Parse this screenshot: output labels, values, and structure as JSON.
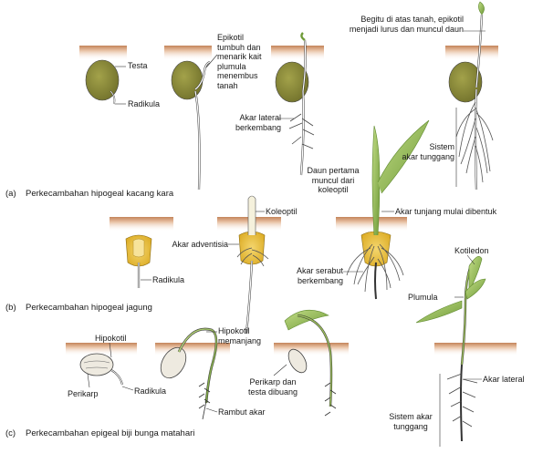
{
  "rows": {
    "a": {
      "caption_letter": "(a)",
      "caption": "Perkecambahan hipogeal kacang kara",
      "labels": {
        "testa": "Testa",
        "radikula": "Radikula",
        "epikotil": "Epikotil\ntumbuh dan\nmenarik kait\nplumula\nmenembus\ntanah",
        "akar_lateral": "Akar lateral\nberkembang",
        "daun_pertama": "Daun pertama\nmuncul dari\nkoleoptil",
        "sistem_akar": "Sistem\nakar tunggang",
        "begitu": "Begitu di atas tanah, epikotil\nmenjadi lurus dan muncul daun"
      }
    },
    "b": {
      "caption_letter": "(b)",
      "caption": "Perkecambahan hipogeal jagung",
      "labels": {
        "koleoptil": "Koleoptil",
        "akar_tunjang": "Akar tunjang mulai dibentuk",
        "akar_adventisia": "Akar adventisia",
        "radikula": "Radikula",
        "akar_serabut": "Akar serabut\nberkembang"
      }
    },
    "c": {
      "caption_letter": "(c)",
      "caption": "Perkecambahan epigeal biji bunga matahari",
      "labels": {
        "hipokotil": "Hipokotil",
        "perikarp": "Perikarp",
        "radikula": "Radikula",
        "hipokotil_memanjang": "Hipokotil\nmemanjang",
        "rambut_akar": "Rambut akar",
        "perikarp_testa": "Perikarp dan\ntesta dibuang",
        "kotiledon": "Kotiledon",
        "plumula": "Plumula",
        "akar_lateral": "Akar lateral",
        "sistem_akar": "Sistem akar\ntunggang"
      }
    }
  },
  "colors": {
    "soil_top": "#c98a5e",
    "soil_fade": "#ffffff",
    "bean": "#8b8b3a",
    "bean_light": "#a7a64e",
    "corn": "#e6b523",
    "corn_light": "#f3d56a",
    "leaf": "#9cbf5a",
    "leaf_dark": "#5f8a2e",
    "root": "#ffffff",
    "line": "#333333"
  }
}
